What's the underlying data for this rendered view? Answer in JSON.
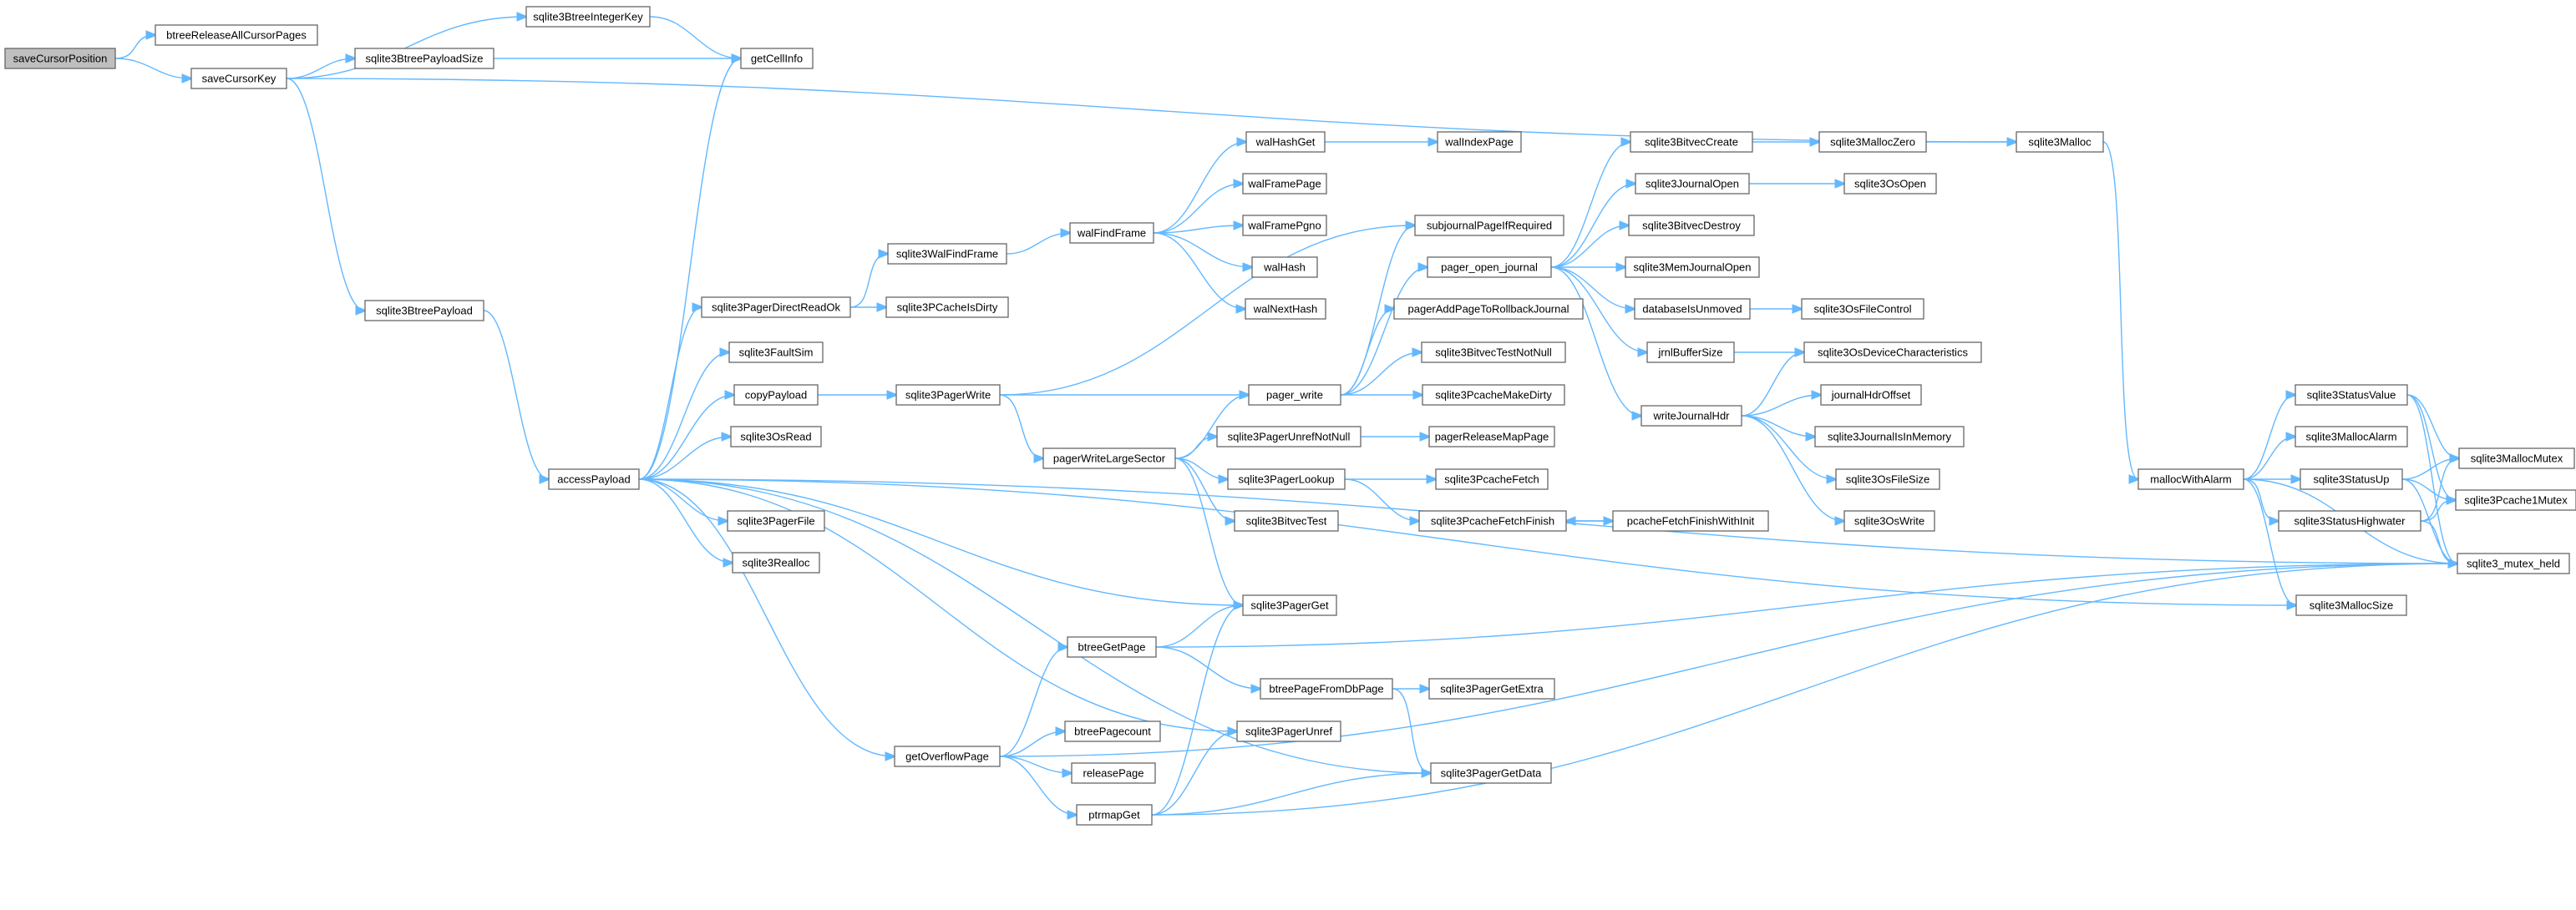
{
  "diagram": {
    "root": "saveCursorPosition",
    "colors": {
      "edge": "#63b8ff",
      "root_fill": "#bfbfbf",
      "node_border": "#666666"
    },
    "nodes": [
      {
        "id": "saveCursorPosition",
        "label": "saveCursorPosition",
        "root": true
      },
      {
        "id": "btreeReleaseAllCursorPages",
        "label": "btreeReleaseAllCursorPages"
      },
      {
        "id": "saveCursorKey",
        "label": "saveCursorKey"
      },
      {
        "id": "sqlite3BtreeIntegerKey",
        "label": "sqlite3BtreeIntegerKey"
      },
      {
        "id": "sqlite3BtreePayloadSize",
        "label": "sqlite3BtreePayloadSize"
      },
      {
        "id": "getCellInfo",
        "label": "getCellInfo"
      },
      {
        "id": "sqlite3BtreePayload",
        "label": "sqlite3BtreePayload"
      },
      {
        "id": "accessPayload",
        "label": "accessPayload"
      },
      {
        "id": "sqlite3PagerDirectReadOk",
        "label": "sqlite3PagerDirectReadOk"
      },
      {
        "id": "sqlite3FaultSim",
        "label": "sqlite3FaultSim"
      },
      {
        "id": "copyPayload",
        "label": "copyPayload"
      },
      {
        "id": "sqlite3OsRead",
        "label": "sqlite3OsRead"
      },
      {
        "id": "sqlite3PagerFile",
        "label": "sqlite3PagerFile"
      },
      {
        "id": "sqlite3Realloc",
        "label": "sqlite3Realloc"
      },
      {
        "id": "getOverflowPage",
        "label": "getOverflowPage"
      },
      {
        "id": "sqlite3WalFindFrame",
        "label": "sqlite3WalFindFrame"
      },
      {
        "id": "sqlite3PCacheIsDirty",
        "label": "sqlite3PCacheIsDirty"
      },
      {
        "id": "sqlite3PagerWrite",
        "label": "sqlite3PagerWrite"
      },
      {
        "id": "pagerWriteLargeSector",
        "label": "pagerWriteLargeSector"
      },
      {
        "id": "walFindFrame",
        "label": "walFindFrame"
      },
      {
        "id": "walHashGet",
        "label": "walHashGet"
      },
      {
        "id": "walFramePage",
        "label": "walFramePage"
      },
      {
        "id": "walFramePgno",
        "label": "walFramePgno"
      },
      {
        "id": "walHash",
        "label": "walHash"
      },
      {
        "id": "walNextHash",
        "label": "walNextHash"
      },
      {
        "id": "walIndexPage",
        "label": "walIndexPage"
      },
      {
        "id": "subjournalPageIfRequired",
        "label": "subjournalPageIfRequired"
      },
      {
        "id": "pager_open_journal",
        "label": "pager_open_journal"
      },
      {
        "id": "pagerAddPageToRollbackJournal",
        "label": "pagerAddPageToRollbackJournal"
      },
      {
        "id": "pager_write",
        "label": "pager_write"
      },
      {
        "id": "sqlite3BitvecTestNotNull",
        "label": "sqlite3BitvecTestNotNull"
      },
      {
        "id": "sqlite3PcacheMakeDirty",
        "label": "sqlite3PcacheMakeDirty"
      },
      {
        "id": "sqlite3PagerUnrefNotNull",
        "label": "sqlite3PagerUnrefNotNull"
      },
      {
        "id": "pagerReleaseMapPage",
        "label": "pagerReleaseMapPage"
      },
      {
        "id": "sqlite3PagerLookup",
        "label": "sqlite3PagerLookup"
      },
      {
        "id": "sqlite3PcacheFetch",
        "label": "sqlite3PcacheFetch"
      },
      {
        "id": "sqlite3BitvecTest",
        "label": "sqlite3BitvecTest"
      },
      {
        "id": "sqlite3PcacheFetchFinish",
        "label": "sqlite3PcacheFetchFinish"
      },
      {
        "id": "pcacheFetchFinishWithInit",
        "label": "pcacheFetchFinishWithInit"
      },
      {
        "id": "sqlite3PagerGet",
        "label": "sqlite3PagerGet"
      },
      {
        "id": "btreeGetPage",
        "label": "btreeGetPage"
      },
      {
        "id": "btreePageFromDbPage",
        "label": "btreePageFromDbPage"
      },
      {
        "id": "sqlite3PagerGetExtra",
        "label": "sqlite3PagerGetExtra"
      },
      {
        "id": "btreePagecount",
        "label": "btreePagecount"
      },
      {
        "id": "sqlite3PagerUnref",
        "label": "sqlite3PagerUnref"
      },
      {
        "id": "releasePage",
        "label": "releasePage"
      },
      {
        "id": "sqlite3PagerGetData",
        "label": "sqlite3PagerGetData"
      },
      {
        "id": "ptrmapGet",
        "label": "ptrmapGet"
      },
      {
        "id": "sqlite3BitvecCreate",
        "label": "sqlite3BitvecCreate"
      },
      {
        "id": "sqlite3MallocZero",
        "label": "sqlite3MallocZero"
      },
      {
        "id": "sqlite3Malloc",
        "label": "sqlite3Malloc"
      },
      {
        "id": "sqlite3JournalOpen",
        "label": "sqlite3JournalOpen"
      },
      {
        "id": "sqlite3OsOpen",
        "label": "sqlite3OsOpen"
      },
      {
        "id": "sqlite3BitvecDestroy",
        "label": "sqlite3BitvecDestroy"
      },
      {
        "id": "sqlite3MemJournalOpen",
        "label": "sqlite3MemJournalOpen"
      },
      {
        "id": "databaseIsUnmoved",
        "label": "databaseIsUnmoved"
      },
      {
        "id": "sqlite3OsFileControl",
        "label": "sqlite3OsFileControl"
      },
      {
        "id": "jrnlBufferSize",
        "label": "jrnlBufferSize"
      },
      {
        "id": "sqlite3OsDeviceCharacteristics",
        "label": "sqlite3OsDeviceCharacteristics"
      },
      {
        "id": "writeJournalHdr",
        "label": "writeJournalHdr"
      },
      {
        "id": "journalHdrOffset",
        "label": "journalHdrOffset"
      },
      {
        "id": "sqlite3JournalIsInMemory",
        "label": "sqlite3JournalIsInMemory"
      },
      {
        "id": "sqlite3OsFileSize",
        "label": "sqlite3OsFileSize"
      },
      {
        "id": "sqlite3OsWrite",
        "label": "sqlite3OsWrite"
      },
      {
        "id": "mallocWithAlarm",
        "label": "mallocWithAlarm"
      },
      {
        "id": "sqlite3StatusValue",
        "label": "sqlite3StatusValue"
      },
      {
        "id": "sqlite3MallocAlarm",
        "label": "sqlite3MallocAlarm"
      },
      {
        "id": "sqlite3StatusUp",
        "label": "sqlite3StatusUp"
      },
      {
        "id": "sqlite3StatusHighwater",
        "label": "sqlite3StatusHighwater"
      },
      {
        "id": "sqlite3MallocSize",
        "label": "sqlite3MallocSize"
      },
      {
        "id": "sqlite3MallocMutex",
        "label": "sqlite3MallocMutex"
      },
      {
        "id": "sqlite3Pcache1Mutex",
        "label": "sqlite3Pcache1Mutex"
      },
      {
        "id": "sqlite3_mutex_held",
        "label": "sqlite3_mutex_held"
      }
    ],
    "edges": [
      [
        "saveCursorPosition",
        "btreeReleaseAllCursorPages"
      ],
      [
        "saveCursorPosition",
        "saveCursorKey"
      ],
      [
        "saveCursorKey",
        "sqlite3BtreeIntegerKey"
      ],
      [
        "saveCursorKey",
        "sqlite3BtreePayloadSize"
      ],
      [
        "saveCursorKey",
        "sqlite3BtreePayload"
      ],
      [
        "saveCursorKey",
        "sqlite3Malloc"
      ],
      [
        "sqlite3BtreeIntegerKey",
        "getCellInfo"
      ],
      [
        "sqlite3BtreePayloadSize",
        "getCellInfo"
      ],
      [
        "sqlite3BtreePayload",
        "accessPayload"
      ],
      [
        "accessPayload",
        "getCellInfo"
      ],
      [
        "accessPayload",
        "sqlite3PagerDirectReadOk"
      ],
      [
        "accessPayload",
        "sqlite3FaultSim"
      ],
      [
        "accessPayload",
        "copyPayload"
      ],
      [
        "accessPayload",
        "sqlite3OsRead"
      ],
      [
        "accessPayload",
        "sqlite3PagerFile"
      ],
      [
        "accessPayload",
        "sqlite3Realloc"
      ],
      [
        "accessPayload",
        "sqlite3PagerGet"
      ],
      [
        "accessPayload",
        "getOverflowPage"
      ],
      [
        "accessPayload",
        "sqlite3PagerUnref"
      ],
      [
        "accessPayload",
        "sqlite3PagerGetData"
      ],
      [
        "accessPayload",
        "sqlite3MallocSize"
      ],
      [
        "accessPayload",
        "sqlite3_mutex_held"
      ],
      [
        "sqlite3PagerDirectReadOk",
        "sqlite3WalFindFrame"
      ],
      [
        "sqlite3PagerDirectReadOk",
        "sqlite3PCacheIsDirty"
      ],
      [
        "sqlite3WalFindFrame",
        "walFindFrame"
      ],
      [
        "walFindFrame",
        "walHashGet"
      ],
      [
        "walFindFrame",
        "walFramePage"
      ],
      [
        "walFindFrame",
        "walFramePgno"
      ],
      [
        "walFindFrame",
        "walHash"
      ],
      [
        "walFindFrame",
        "walNextHash"
      ],
      [
        "walHashGet",
        "walIndexPage"
      ],
      [
        "copyPayload",
        "sqlite3PagerWrite"
      ],
      [
        "sqlite3PagerWrite",
        "pager_write"
      ],
      [
        "sqlite3PagerWrite",
        "pagerWriteLargeSector"
      ],
      [
        "sqlite3PagerWrite",
        "subjournalPageIfRequired"
      ],
      [
        "pagerWriteLargeSector",
        "pager_write"
      ],
      [
        "pagerWriteLargeSector",
        "sqlite3PagerUnrefNotNull"
      ],
      [
        "pagerWriteLargeSector",
        "sqlite3PagerLookup"
      ],
      [
        "pagerWriteLargeSector",
        "sqlite3BitvecTest"
      ],
      [
        "pagerWriteLargeSector",
        "sqlite3PagerGet"
      ],
      [
        "pager_write",
        "subjournalPageIfRequired"
      ],
      [
        "pager_write",
        "pager_open_journal"
      ],
      [
        "pager_write",
        "pagerAddPageToRollbackJournal"
      ],
      [
        "pager_write",
        "sqlite3BitvecTestNotNull"
      ],
      [
        "pager_write",
        "sqlite3PcacheMakeDirty"
      ],
      [
        "sqlite3PagerUnrefNotNull",
        "pagerReleaseMapPage"
      ],
      [
        "sqlite3PagerLookup",
        "sqlite3PcacheFetch"
      ],
      [
        "sqlite3PagerLookup",
        "sqlite3PcacheFetchFinish"
      ],
      [
        "sqlite3PcacheFetchFinish",
        "pcacheFetchFinishWithInit"
      ],
      [
        "pcacheFetchFinishWithInit",
        "sqlite3PcacheFetchFinish"
      ],
      [
        "pager_open_journal",
        "sqlite3BitvecCreate"
      ],
      [
        "pager_open_journal",
        "sqlite3JournalOpen"
      ],
      [
        "pager_open_journal",
        "sqlite3BitvecDestroy"
      ],
      [
        "pager_open_journal",
        "sqlite3MemJournalOpen"
      ],
      [
        "pager_open_journal",
        "databaseIsUnmoved"
      ],
      [
        "pager_open_journal",
        "jrnlBufferSize"
      ],
      [
        "pager_open_journal",
        "writeJournalHdr"
      ],
      [
        "sqlite3BitvecCreate",
        "sqlite3MallocZero"
      ],
      [
        "sqlite3MallocZero",
        "sqlite3Malloc"
      ],
      [
        "sqlite3JournalOpen",
        "sqlite3OsOpen"
      ],
      [
        "databaseIsUnmoved",
        "sqlite3OsFileControl"
      ],
      [
        "jrnlBufferSize",
        "sqlite3OsDeviceCharacteristics"
      ],
      [
        "writeJournalHdr",
        "sqlite3OsDeviceCharacteristics"
      ],
      [
        "writeJournalHdr",
        "journalHdrOffset"
      ],
      [
        "writeJournalHdr",
        "sqlite3JournalIsInMemory"
      ],
      [
        "writeJournalHdr",
        "sqlite3OsFileSize"
      ],
      [
        "writeJournalHdr",
        "sqlite3OsWrite"
      ],
      [
        "sqlite3Malloc",
        "mallocWithAlarm"
      ],
      [
        "mallocWithAlarm",
        "sqlite3StatusValue"
      ],
      [
        "mallocWithAlarm",
        "sqlite3MallocAlarm"
      ],
      [
        "mallocWithAlarm",
        "sqlite3StatusUp"
      ],
      [
        "mallocWithAlarm",
        "sqlite3StatusHighwater"
      ],
      [
        "mallocWithAlarm",
        "sqlite3MallocSize"
      ],
      [
        "mallocWithAlarm",
        "sqlite3_mutex_held"
      ],
      [
        "sqlite3StatusValue",
        "sqlite3MallocMutex"
      ],
      [
        "sqlite3StatusValue",
        "sqlite3Pcache1Mutex"
      ],
      [
        "sqlite3StatusValue",
        "sqlite3_mutex_held"
      ],
      [
        "sqlite3StatusUp",
        "sqlite3MallocMutex"
      ],
      [
        "sqlite3StatusUp",
        "sqlite3Pcache1Mutex"
      ],
      [
        "sqlite3StatusUp",
        "sqlite3_mutex_held"
      ],
      [
        "sqlite3StatusHighwater",
        "sqlite3MallocMutex"
      ],
      [
        "sqlite3StatusHighwater",
        "sqlite3Pcache1Mutex"
      ],
      [
        "sqlite3StatusHighwater",
        "sqlite3_mutex_held"
      ],
      [
        "getOverflowPage",
        "btreeGetPage"
      ],
      [
        "getOverflowPage",
        "btreePagecount"
      ],
      [
        "getOverflowPage",
        "releasePage"
      ],
      [
        "getOverflowPage",
        "ptrmapGet"
      ],
      [
        "getOverflowPage",
        "sqlite3_mutex_held"
      ],
      [
        "btreeGetPage",
        "sqlite3PagerGet"
      ],
      [
        "btreeGetPage",
        "btreePageFromDbPage"
      ],
      [
        "btreeGetPage",
        "sqlite3_mutex_held"
      ],
      [
        "btreePageFromDbPage",
        "sqlite3PagerGetExtra"
      ],
      [
        "btreePageFromDbPage",
        "sqlite3PagerGetData"
      ],
      [
        "ptrmapGet",
        "sqlite3PagerGet"
      ],
      [
        "ptrmapGet",
        "sqlite3PagerUnref"
      ],
      [
        "ptrmapGet",
        "sqlite3PagerGetData"
      ],
      [
        "ptrmapGet",
        "sqlite3_mutex_held"
      ]
    ]
  }
}
